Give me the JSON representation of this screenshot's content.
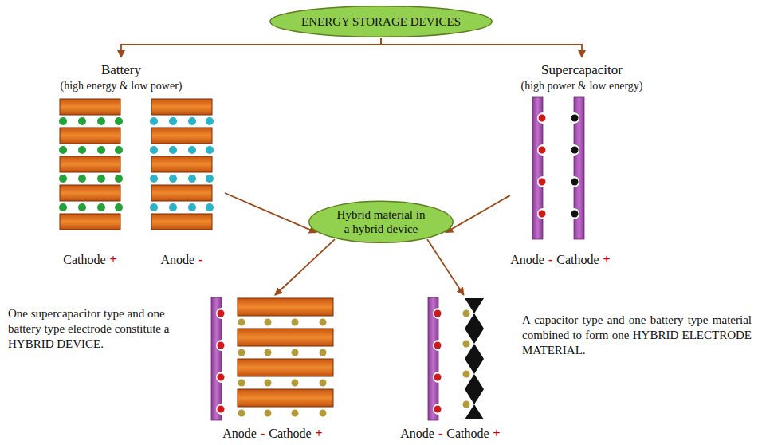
{
  "diagram": {
    "nodes": [
      {
        "text": [
          "ENERGY STORAGE DEVICES"
        ]
      },
      {
        "text": [
          "Battery",
          "(high energy & low power)"
        ]
      },
      {
        "text": [
          "Supercapacitor",
          "(high power & low energy)"
        ]
      },
      {
        "text": [
          "Hybrid material in a hybrid device"
        ]
      },
      {
        "text": [
          "One supercapacitor type and one battery type electrode constitute a HYBRID DEVICE."
        ]
      },
      {
        "text": [
          "A capacitor type and one battery type material combined to form one HYBRID ELECTRODE MATERIAL."
        ]
      }
    ],
    "edges": [
      {
        "from": 0,
        "to": 1,
        "arrow": "to"
      },
      {
        "from": 0,
        "to": 2,
        "arrow": "to"
      },
      {
        "from": 1,
        "to": 3,
        "arrow": "to"
      },
      {
        "from": 2,
        "to": 3,
        "arrow": "to"
      },
      {
        "from": 3,
        "to": 4,
        "arrow": "to"
      },
      {
        "from": 3,
        "to": 5,
        "arrow": "to"
      }
    ],
    "labels": [
      "Cathode",
      "+",
      "Anode",
      "-",
      "Anode",
      "-",
      "Cathode",
      "+",
      "Anode",
      "-",
      "Cathode",
      "+",
      "Anode",
      "-",
      "Cathode",
      "+"
    ]
  }
}
